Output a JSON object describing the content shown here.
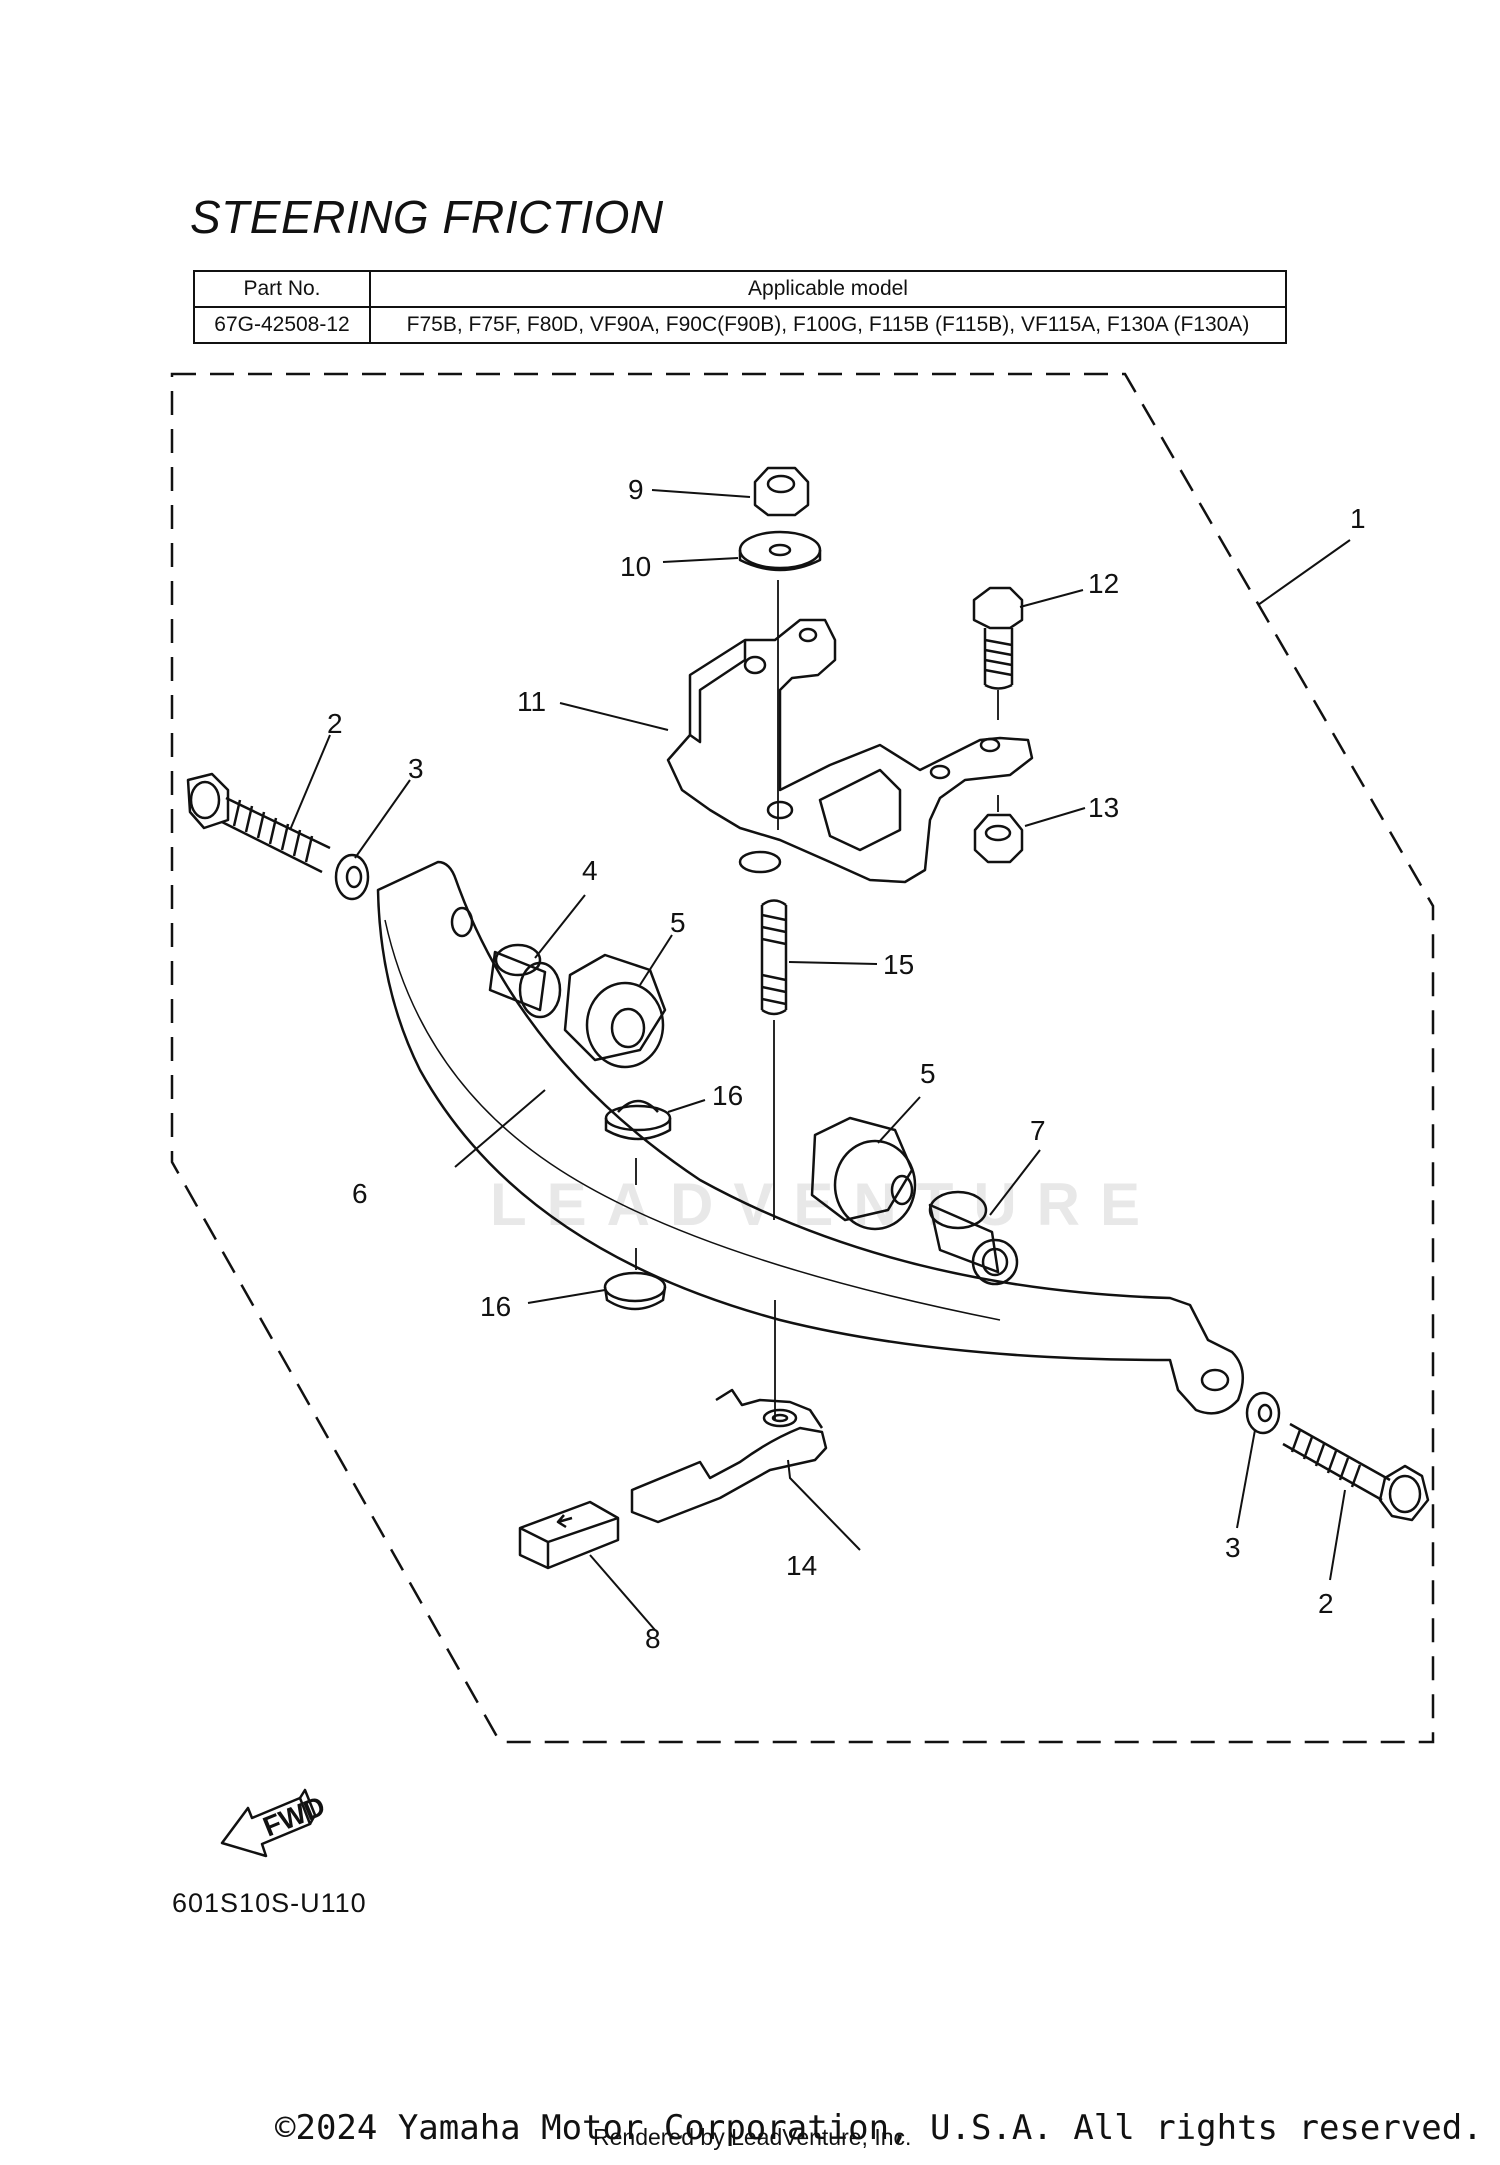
{
  "header": {
    "title": "STEERING FRICTION"
  },
  "model_table": {
    "headers": [
      "Part No.",
      "Applicable model"
    ],
    "rows": [
      [
        "67G-42508-12",
        "F75B, F75F, F80D, VF90A, F90C(F90B), F100G, F115B (F115B), VF115A, F130A (F130A)"
      ]
    ]
  },
  "callouts": [
    "1",
    "2",
    "3",
    "4",
    "5",
    "6",
    "7",
    "8",
    "9",
    "10",
    "11",
    "12",
    "13",
    "14",
    "15",
    "16",
    "5",
    "2",
    "3",
    "16"
  ],
  "fwd_label": "FWD",
  "diagram_code": "601S10S-U110",
  "watermark": "LEADVENTURE",
  "footer": {
    "copyright": "©2024 Yamaha Motor Corporation, U.S.A. All rights reserved.",
    "rendered_by": "Rendered by LeadVenture, Inc."
  }
}
